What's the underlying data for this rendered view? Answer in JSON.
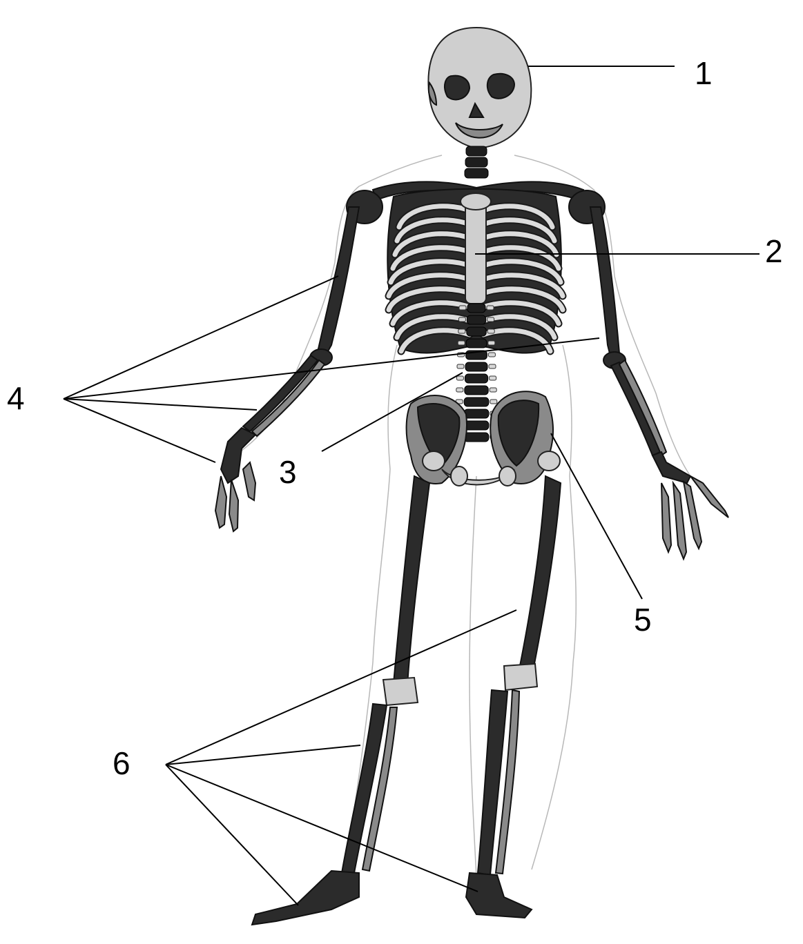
{
  "labels": [
    {
      "id": "1",
      "text": "1"
    },
    {
      "id": "2",
      "text": "2"
    },
    {
      "id": "3",
      "text": "3"
    },
    {
      "id": "4",
      "text": "4"
    },
    {
      "id": "5",
      "text": "5"
    },
    {
      "id": "6",
      "text": "6"
    }
  ],
  "colors": {
    "ink": "#000000",
    "bone_dark": "#2b2b2b",
    "bone_light": "#cfcfcf",
    "background": "#ffffff",
    "body_outline": "#b8b8b8"
  }
}
